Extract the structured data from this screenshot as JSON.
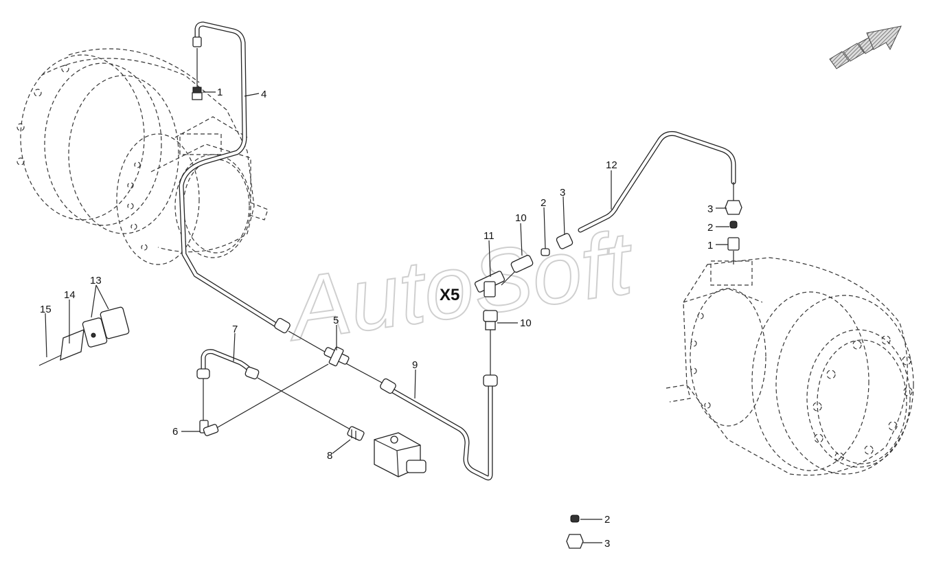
{
  "watermark": "AutoSoft",
  "connector_label": "X5",
  "callouts": {
    "c1_top": "1",
    "c4": "4",
    "c13": "13",
    "c14": "14",
    "c15": "15",
    "c7": "7",
    "c5": "5",
    "c9": "9",
    "c6": "6",
    "c8": "8",
    "c11": "11",
    "c10_upper": "10",
    "c10_lower": "10",
    "c2_mid": "2",
    "c3_mid": "3",
    "c12": "12",
    "c3_right": "3",
    "c2_right": "2",
    "c1_right": "1",
    "c2_bottom": "2",
    "c3_bottom": "3"
  },
  "colors": {
    "line": "#222222",
    "watermark": "#cfcfcf",
    "arrow": "#888888"
  },
  "icons": [
    "direction-arrow-icon"
  ]
}
